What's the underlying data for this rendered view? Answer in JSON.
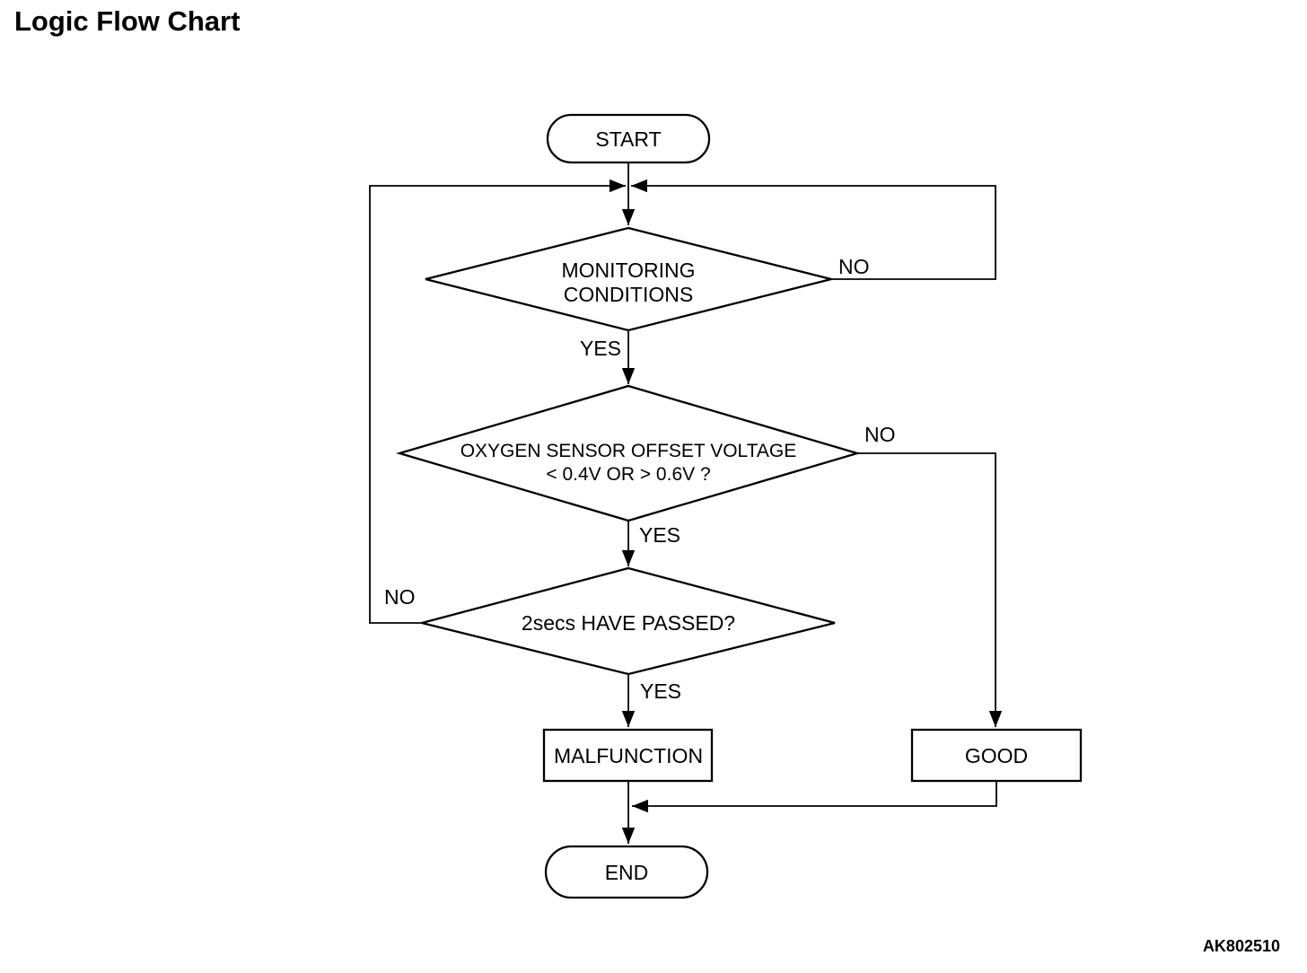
{
  "page": {
    "title": "Logic Flow Chart",
    "figure_code": "AK802510",
    "background_color": "#ffffff",
    "line_color": "#000000"
  },
  "flowchart": {
    "nodes": {
      "start": {
        "type": "terminator",
        "label": "START"
      },
      "monitoring_conditions": {
        "type": "decision",
        "lines": [
          "MONITORING",
          "CONDITIONS"
        ]
      },
      "oxygen_sensor_offset": {
        "type": "decision",
        "lines": [
          "OXYGEN SENSOR OFFSET VOLTAGE",
          "< 0.4V OR > 0.6V ?"
        ]
      },
      "two_secs_passed": {
        "type": "decision",
        "label": "2secs HAVE PASSED?"
      },
      "malfunction": {
        "type": "process",
        "label": "MALFUNCTION"
      },
      "good": {
        "type": "process",
        "label": "GOOD"
      },
      "end": {
        "type": "terminator",
        "label": "END"
      }
    },
    "edges": {
      "monitoring_yes": {
        "label": "YES"
      },
      "monitoring_no": {
        "label": "NO"
      },
      "oxygen_yes": {
        "label": "YES"
      },
      "oxygen_no": {
        "label": "NO"
      },
      "two_secs_yes": {
        "label": "YES"
      },
      "two_secs_no": {
        "label": "NO"
      }
    }
  }
}
